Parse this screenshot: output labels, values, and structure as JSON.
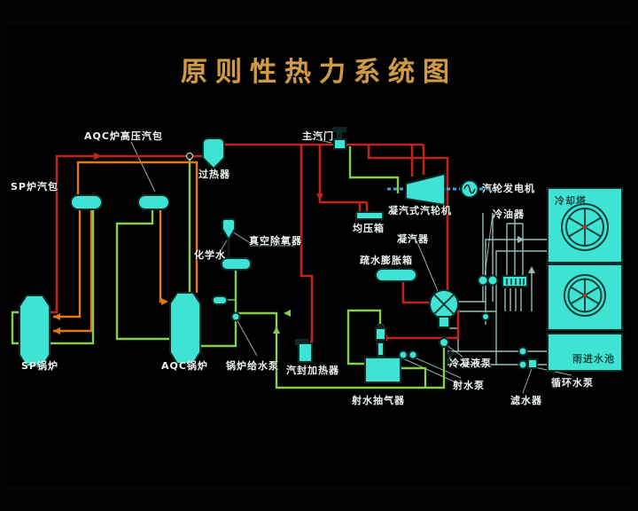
{
  "title": "原则性热力系统图",
  "colors": {
    "background_top": "#41806f",
    "background_bottom": "#1d3d56",
    "title_gold": "#cf9b45",
    "main_steam_red": "#c0251b",
    "drum_water_orange": "#df7a1a",
    "feed_water_green": "#86cf4e",
    "cooling_water_teal": "#96bdb8",
    "component_cyan": "#3fe3d4",
    "shaft_blue": "#3f9fe0"
  },
  "labels": {
    "sp_drum": "SP炉汽包",
    "aqc_drum": "AQC炉高压汽包",
    "superheater": "过热器",
    "main_valve": "主汽门",
    "chem_water": "化学水",
    "deaerator": "真空除氧器",
    "equalizer": "均压箱",
    "condenser": "凝汽器",
    "turbine": "凝汽式汽轮机",
    "generator": "汽轮发电机",
    "oil_cooler": "冷油器",
    "drain_tank": "疏水膨胀箱",
    "sp_boiler": "SP锅炉",
    "aqc_boiler": "AQC锅炉",
    "feed_pump": "锅炉给水泵",
    "gland_heater": "汽封加热器",
    "jet_ejector": "射水抽气器",
    "condensate_pump": "冷凝液泵",
    "jet_pump": "射水泵",
    "filter": "滤水器",
    "circ_pump": "循环水泵",
    "cooling_tower": "冷却塔",
    "pool": "雨进水池"
  }
}
